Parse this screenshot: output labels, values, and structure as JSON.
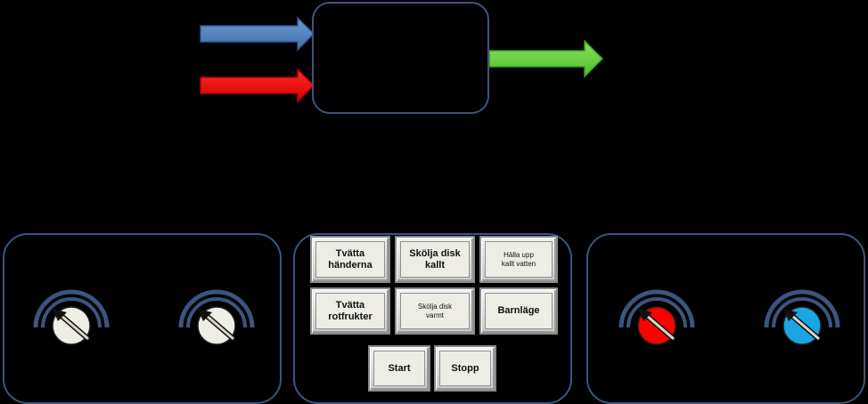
{
  "arrows": [
    {
      "name": "blue-input-arrow",
      "color": "#4f81bd"
    },
    {
      "name": "red-input-arrow",
      "color": "#ff0000"
    },
    {
      "name": "green-output-arrow",
      "color": "#6ad142"
    }
  ],
  "panel_colors": {
    "border": "#3b557e",
    "key_face": "#edede6"
  },
  "left_panel": {
    "knobs": [
      {
        "name": "left-dial-1",
        "fill": "#efeee6"
      },
      {
        "name": "left-dial-2",
        "fill": "#efeee6"
      }
    ]
  },
  "keypad": {
    "buttons": [
      {
        "id": "tvatta-handerna",
        "label": "Tvätta\nhänderna"
      },
      {
        "id": "skolja-disk-kallt",
        "label": "Skölja disk\nkallt"
      },
      {
        "id": "halla-upp-kallt-vatten",
        "label": "Hälla upp\nkallt vatten"
      },
      {
        "id": "tvatta-rotfrukter",
        "label": "Tvätta\nrotfrukter"
      },
      {
        "id": "skolja-disk-varmt",
        "label": "Skölja disk\nvarmt"
      },
      {
        "id": "barnlage",
        "label": "Barnläge"
      },
      {
        "id": "start",
        "label": "Start"
      },
      {
        "id": "stopp",
        "label": "Stopp"
      }
    ]
  },
  "right_panel": {
    "knobs": [
      {
        "name": "hot-dial",
        "fill": "#ff0000"
      },
      {
        "name": "cold-dial",
        "fill": "#1aa6e4"
      }
    ]
  }
}
